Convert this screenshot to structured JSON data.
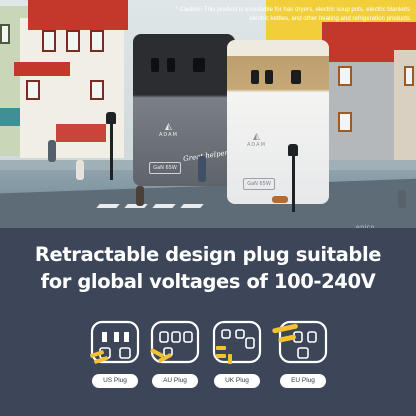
{
  "caution": {
    "line1": "* Caution! This product is unsuitable for hair dryers, electric soup pots, electric blankets",
    "line2": "electric kettles, and other heating and refrigeration products"
  },
  "product": {
    "brand": "ADAM",
    "black_badge": "GaN 65W",
    "white_badge": "GaN 65W",
    "handwriting": "Great helper"
  },
  "watermark": "epico",
  "headline": {
    "line1": "Retractable design plug suitable",
    "line2": "for global voltages of 100-240V"
  },
  "plugs": [
    {
      "label": "US Plug",
      "icon": "us-plug-icon"
    },
    {
      "label": "AU Plug",
      "icon": "au-plug-icon"
    },
    {
      "label": "UK Plug",
      "icon": "uk-plug-icon"
    },
    {
      "label": "EU Plug",
      "icon": "eu-plug-icon"
    }
  ],
  "colors": {
    "background": "#3c4658",
    "accent": "#f2c230",
    "label_bg": "#ffffff"
  }
}
